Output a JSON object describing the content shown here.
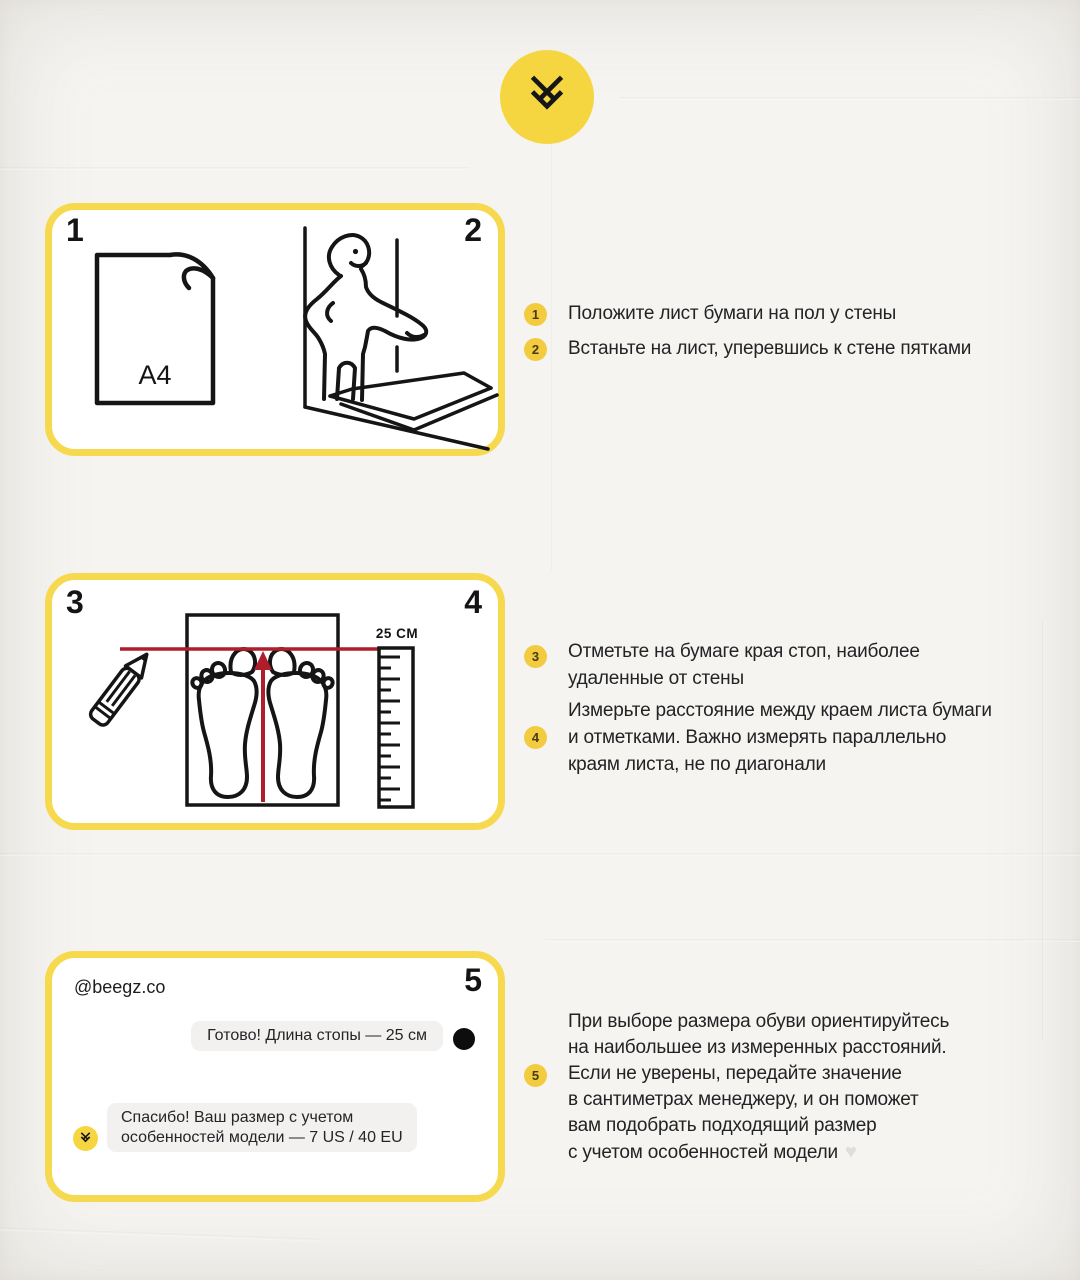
{
  "colors": {
    "background": "#f5f4f1",
    "panel_border_yellow": "#F6D94F",
    "logo_yellow": "#F5D640",
    "step_circle_yellow": "#F2CB3E",
    "accent_red": "#AE1F2B",
    "ink": "#151515",
    "bubble_gray": "#f2f1ef"
  },
  "header": {
    "logo": "beegz-lattice-mark"
  },
  "panels": {
    "p1": {
      "num_left": "1",
      "num_right": "2",
      "paper_label": "A4"
    },
    "p2": {
      "num_left": "3",
      "num_right": "4",
      "ruler_label": "25 CM"
    },
    "p3": {
      "handle": "@beegz.co",
      "num": "5",
      "message_out": {
        "lines": [
          "Готово! Длина стопы — 25 см"
        ]
      },
      "message_in": {
        "lines": [
          "Спасибо! Ваш размер с учетом",
          "особенностей модели — 7 US / 40 EU"
        ]
      }
    }
  },
  "steps": [
    {
      "n": "1",
      "lines": [
        "Положите лист бумаги на пол у стены"
      ]
    },
    {
      "n": "2",
      "lines": [
        "Встаньте на лист, уперевшись к стене пятками"
      ]
    },
    {
      "n": "3",
      "lines": [
        "Отметьте на бумаге края стоп, наиболее",
        "удаленные от стены"
      ]
    },
    {
      "n": "4",
      "lines": [
        "Измерьте расстояние между краем листа бумаги",
        "и отметками. Важно измерять параллельно",
        "краям листа, не по диагонали"
      ]
    },
    {
      "n": "5",
      "lines": [
        "При выборе размера обуви ориентируйтесь",
        "на наибольшее из измеренных расстояний.",
        "Если не уверены, передайте значение",
        "в сантиметрах менеджеру, и он поможет",
        "вам подобрать подходящий размер",
        "с учетом особенностей модели"
      ],
      "heart": "♥"
    }
  ]
}
